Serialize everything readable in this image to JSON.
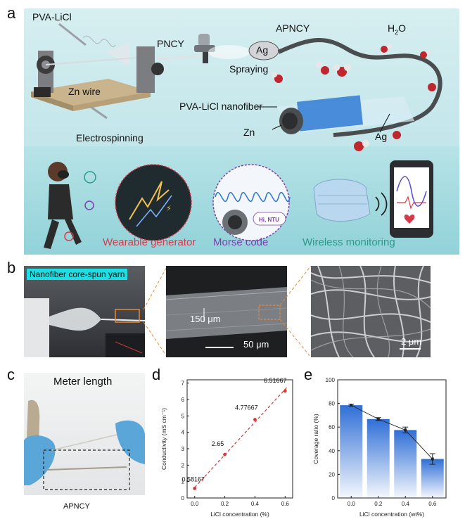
{
  "panel_a": {
    "letter": "a",
    "labels": {
      "pva_licl": "PVA-LiCl",
      "pncy": "PNCY",
      "apncy": "APNCY",
      "h2o_base": "H",
      "h2o_sub": "2",
      "h2o_tail": "O",
      "ag_bubble": "Ag",
      "spraying": "Spraying",
      "zn_wire": "Zn wire",
      "electrospinning": "Electrospinning",
      "pva_nanofiber": "PVA-LiCl nanofiber",
      "zn": "Zn",
      "ag": "Ag"
    },
    "applications": {
      "wearable": "Wearable generator",
      "morse": "Morse code",
      "morse_bubble": "Hi, NTU",
      "wireless": "Wireless monitoring"
    },
    "colors": {
      "wearable": "#d63a4a",
      "morse": "#7b3fb0",
      "wireless": "#2a9a8c"
    }
  },
  "panel_b": {
    "letter": "b",
    "yarn_label": "Nanofiber core-spun yarn",
    "width_label": "150 μm",
    "scale_mid": "50 μm",
    "scale_right": "2 μm"
  },
  "panel_c": {
    "letter": "c",
    "title": "Meter length",
    "caption": "APNCY"
  },
  "panel_d": {
    "letter": "d",
    "chart_data": {
      "type": "scatter",
      "x": [
        0.0,
        0.2,
        0.4,
        0.6
      ],
      "y": [
        0.58167,
        2.65,
        4.77667,
        6.51667
      ],
      "data_labels": [
        "0.58167",
        "2.65",
        "4.77667",
        "6.51667"
      ],
      "xlabel": "LiCl concentration (%)",
      "ylabel": "Conductivity (mS cm⁻¹)",
      "xlim": [
        -0.05,
        0.65
      ],
      "ylim": [
        0,
        7.2
      ],
      "xticks": [
        "0.0",
        "0.2",
        "0.4",
        "0.6"
      ],
      "yticks": [
        "0",
        "1",
        "2",
        "3",
        "4",
        "5",
        "6",
        "7"
      ],
      "fit_line": "dashed",
      "color": "#d63a3a"
    }
  },
  "panel_e": {
    "letter": "e",
    "chart_data": {
      "type": "bar",
      "x": [
        0.0,
        0.2,
        0.4,
        0.6
      ],
      "values": [
        78.5,
        66.8,
        57.5,
        33.0
      ],
      "errors": [
        0.8,
        1.2,
        2.5,
        4.5
      ],
      "xlabel": "LiCl concentration (wt%)",
      "ylabel": "Coverage ratio (%)",
      "xlim": [
        -0.1,
        0.7
      ],
      "ylim": [
        0,
        100
      ],
      "xticks": [
        "0.0",
        "0.2",
        "0.4",
        "0.6"
      ],
      "yticks": [
        "0",
        "20",
        "40",
        "60",
        "80",
        "100"
      ],
      "color": "#2f6fd6"
    }
  }
}
